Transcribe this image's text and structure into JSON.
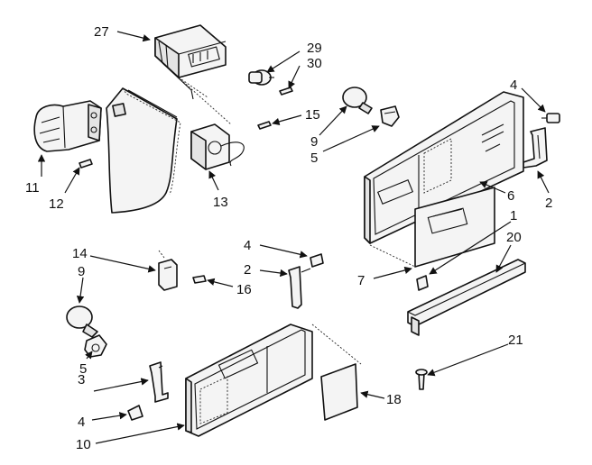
{
  "callouts": {
    "c27": "27",
    "c29": "29",
    "c30": "30",
    "c15": "15",
    "c11": "11",
    "c12": "12",
    "c13": "13",
    "c9a": "9",
    "c5a": "5",
    "c4a": "4",
    "c2a": "2",
    "c6": "6",
    "c1": "1",
    "c20": "20",
    "c7": "7",
    "c14": "14",
    "c9b": "9",
    "c4b": "4",
    "c2b": "2",
    "c16": "16",
    "c5b": "5",
    "c3": "3",
    "c4c": "4",
    "c10": "10",
    "c18": "18",
    "c21": "21"
  }
}
